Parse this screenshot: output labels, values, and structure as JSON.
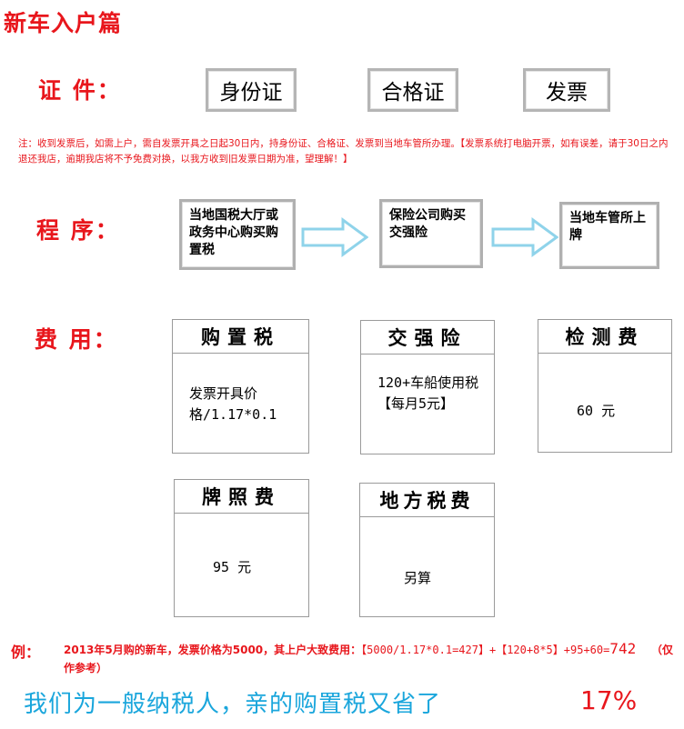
{
  "title": "新车入户篇",
  "documents": {
    "label": "证  件：",
    "items": [
      "身份证",
      "合格证",
      "发票"
    ]
  },
  "note": "注：收到发票后，如需上户，需自发票开具之日起30日内，持身份证、合格证、发票到当地车管所办理。【发票系统打电脑开票，如有误差，请于30日之内退还我店，逾期我店将不予免费对换，以我方收到旧发票日期为准，望理解！】",
  "procedure": {
    "label": "程  序：",
    "steps": [
      "当地国税大厅或政务中心购买购置税",
      "保险公司购买交强险",
      "当地车管所上牌"
    ]
  },
  "fees": {
    "label": "费  用：",
    "items": [
      {
        "title": "购置税",
        "body": "发票开具价格/1.17*0.1"
      },
      {
        "title": "交强险",
        "body": "120+车船使用税【每月5元】"
      },
      {
        "title": "检测费",
        "body": "60 元"
      },
      {
        "title": "牌照费",
        "body": "95 元"
      },
      {
        "title": "地方税费",
        "body": "另算"
      }
    ]
  },
  "example": {
    "label": "例：",
    "text_part1": "2013年5月购的新车，发票价格为5000，其上户大致费用：",
    "formula": "【5000/1.17*0.1=427】+【120+8*5】+95+60=",
    "total": "742",
    "note": "（仅作参考）"
  },
  "footer": {
    "text": "我们为一般纳税人，亲的购置税又省了",
    "percent": "17%"
  },
  "colors": {
    "accent_red": "#e8161c",
    "footer_blue": "#1aa6dc",
    "arrow_blue": "#8fd3ea"
  }
}
